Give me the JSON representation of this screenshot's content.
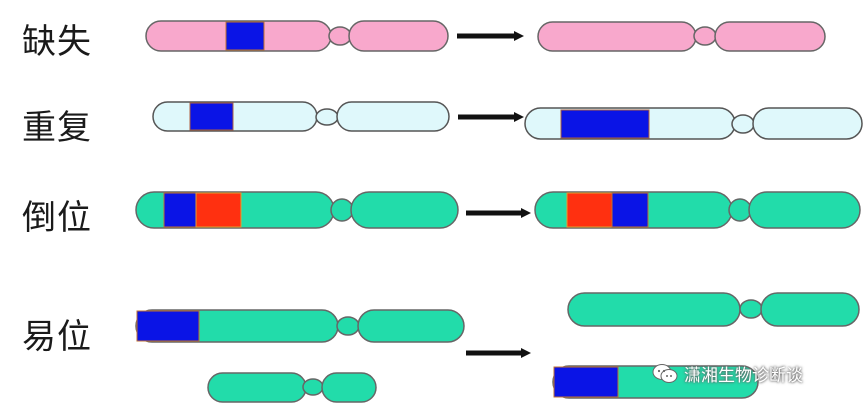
{
  "rows": {
    "deletion": {
      "label": "缺失"
    },
    "duplication": {
      "label": "重复"
    },
    "inversion": {
      "label": "倒位"
    },
    "translocation": {
      "label": "易位"
    }
  },
  "watermark": {
    "text": "潇湘生物诊断谈",
    "icon": "wechat-icon"
  },
  "colors": {
    "pink": "#f8a8cc",
    "light_blue": "#dff8fb",
    "teal": "#22dcaa",
    "blue": "#0a14e6",
    "red": "#ff3010",
    "outline": "#666666",
    "arrow": "#111111"
  }
}
